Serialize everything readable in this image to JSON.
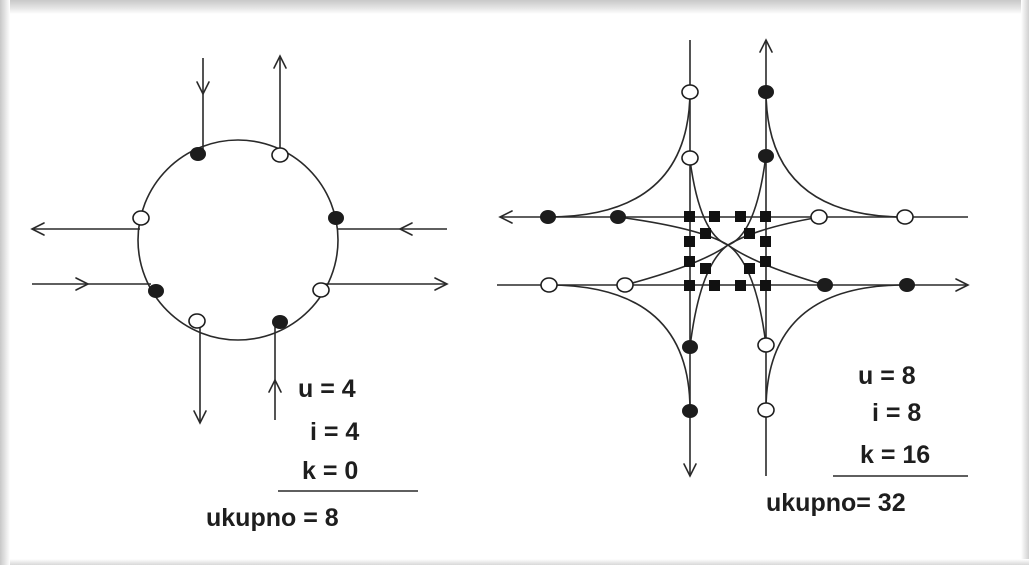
{
  "left_diagram": {
    "u_line": "u = 4",
    "i_line": "i = 4",
    "k_line": "k = 0",
    "total_line": "ukupno = 8"
  },
  "right_diagram": {
    "u_line": "u = 8",
    "i_line": "i = 8",
    "k_line": "k = 16",
    "total_line": "ukupno= 32"
  },
  "legend": {
    "filled_point_color": "#1c1c1c",
    "open_point_color": "#ffffff",
    "line_color": "#2a2a2a"
  }
}
